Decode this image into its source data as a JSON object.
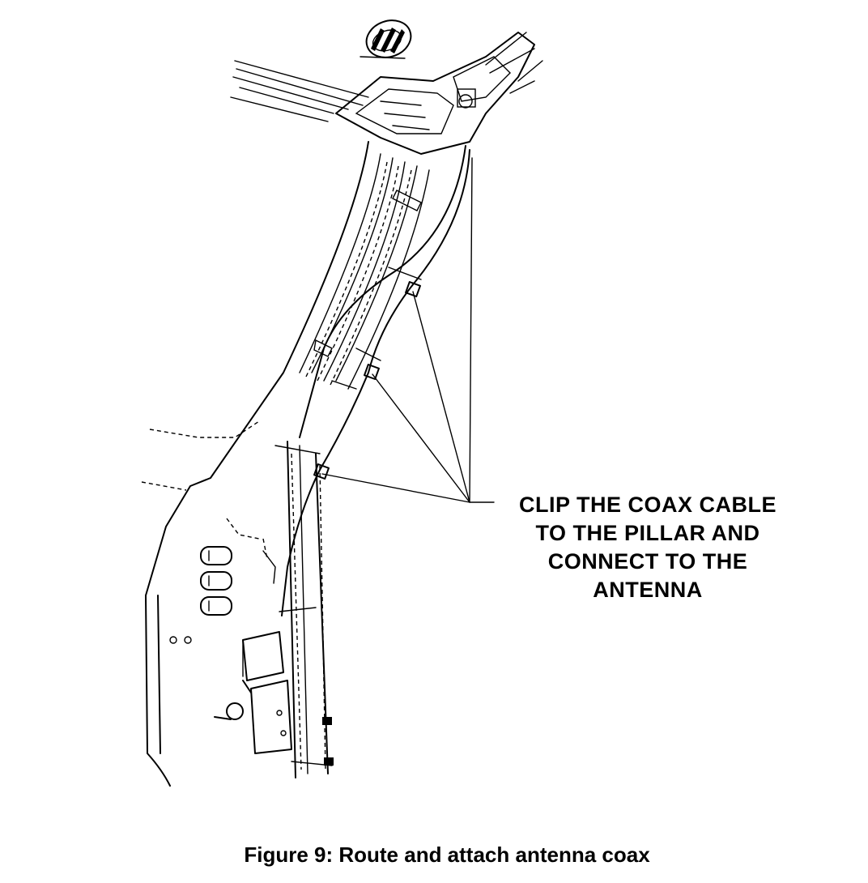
{
  "callout": {
    "lines": [
      "CLIP THE COAX CABLE",
      "TO THE PILLAR AND",
      "CONNECT TO THE",
      "ANTENNA"
    ]
  },
  "caption": "Figure 9: Route and attach antenna coax"
}
